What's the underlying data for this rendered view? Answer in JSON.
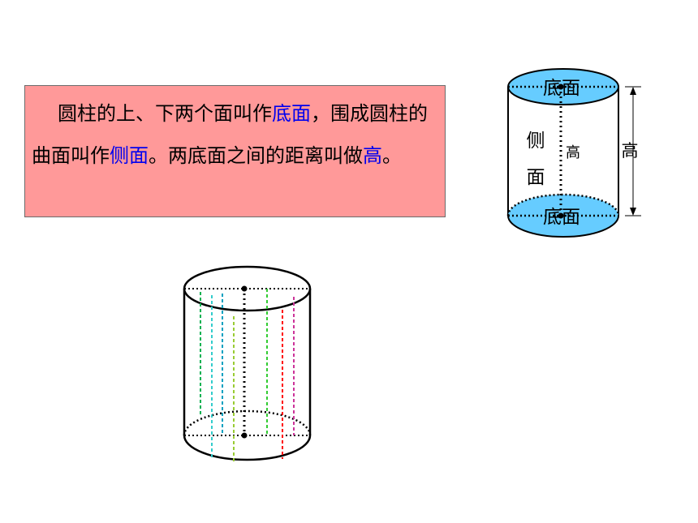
{
  "definition": {
    "part1": "圆柱的上、下两个面叫作",
    "term_base": "底面",
    "part2": "，围成圆柱的曲面叫作",
    "term_side": "侧面",
    "part3": "。两底面之间的距离叫做",
    "term_height": "高",
    "part4": "。"
  },
  "labeled_cylinder": {
    "top_label": "底面",
    "bottom_label": "底面",
    "side_label_1": "侧",
    "side_label_2": "面",
    "inner_height_label": "高",
    "outer_height_label": "高"
  },
  "colors": {
    "box_fill": "#ff9999",
    "highlight_text": "#0000ee",
    "base_fill": "#66ccff"
  },
  "height_lines_colors": [
    "#00b050",
    "#33cccc",
    "#00a0c0",
    "#99cc33",
    "#33cc33",
    "#ff0000",
    "#cc3399"
  ]
}
